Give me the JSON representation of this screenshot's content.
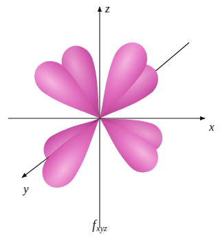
{
  "diagram": {
    "caption": "f",
    "labels": [
      "z",
      "x",
      "y",
      "xyz"
    ]
  }
}
